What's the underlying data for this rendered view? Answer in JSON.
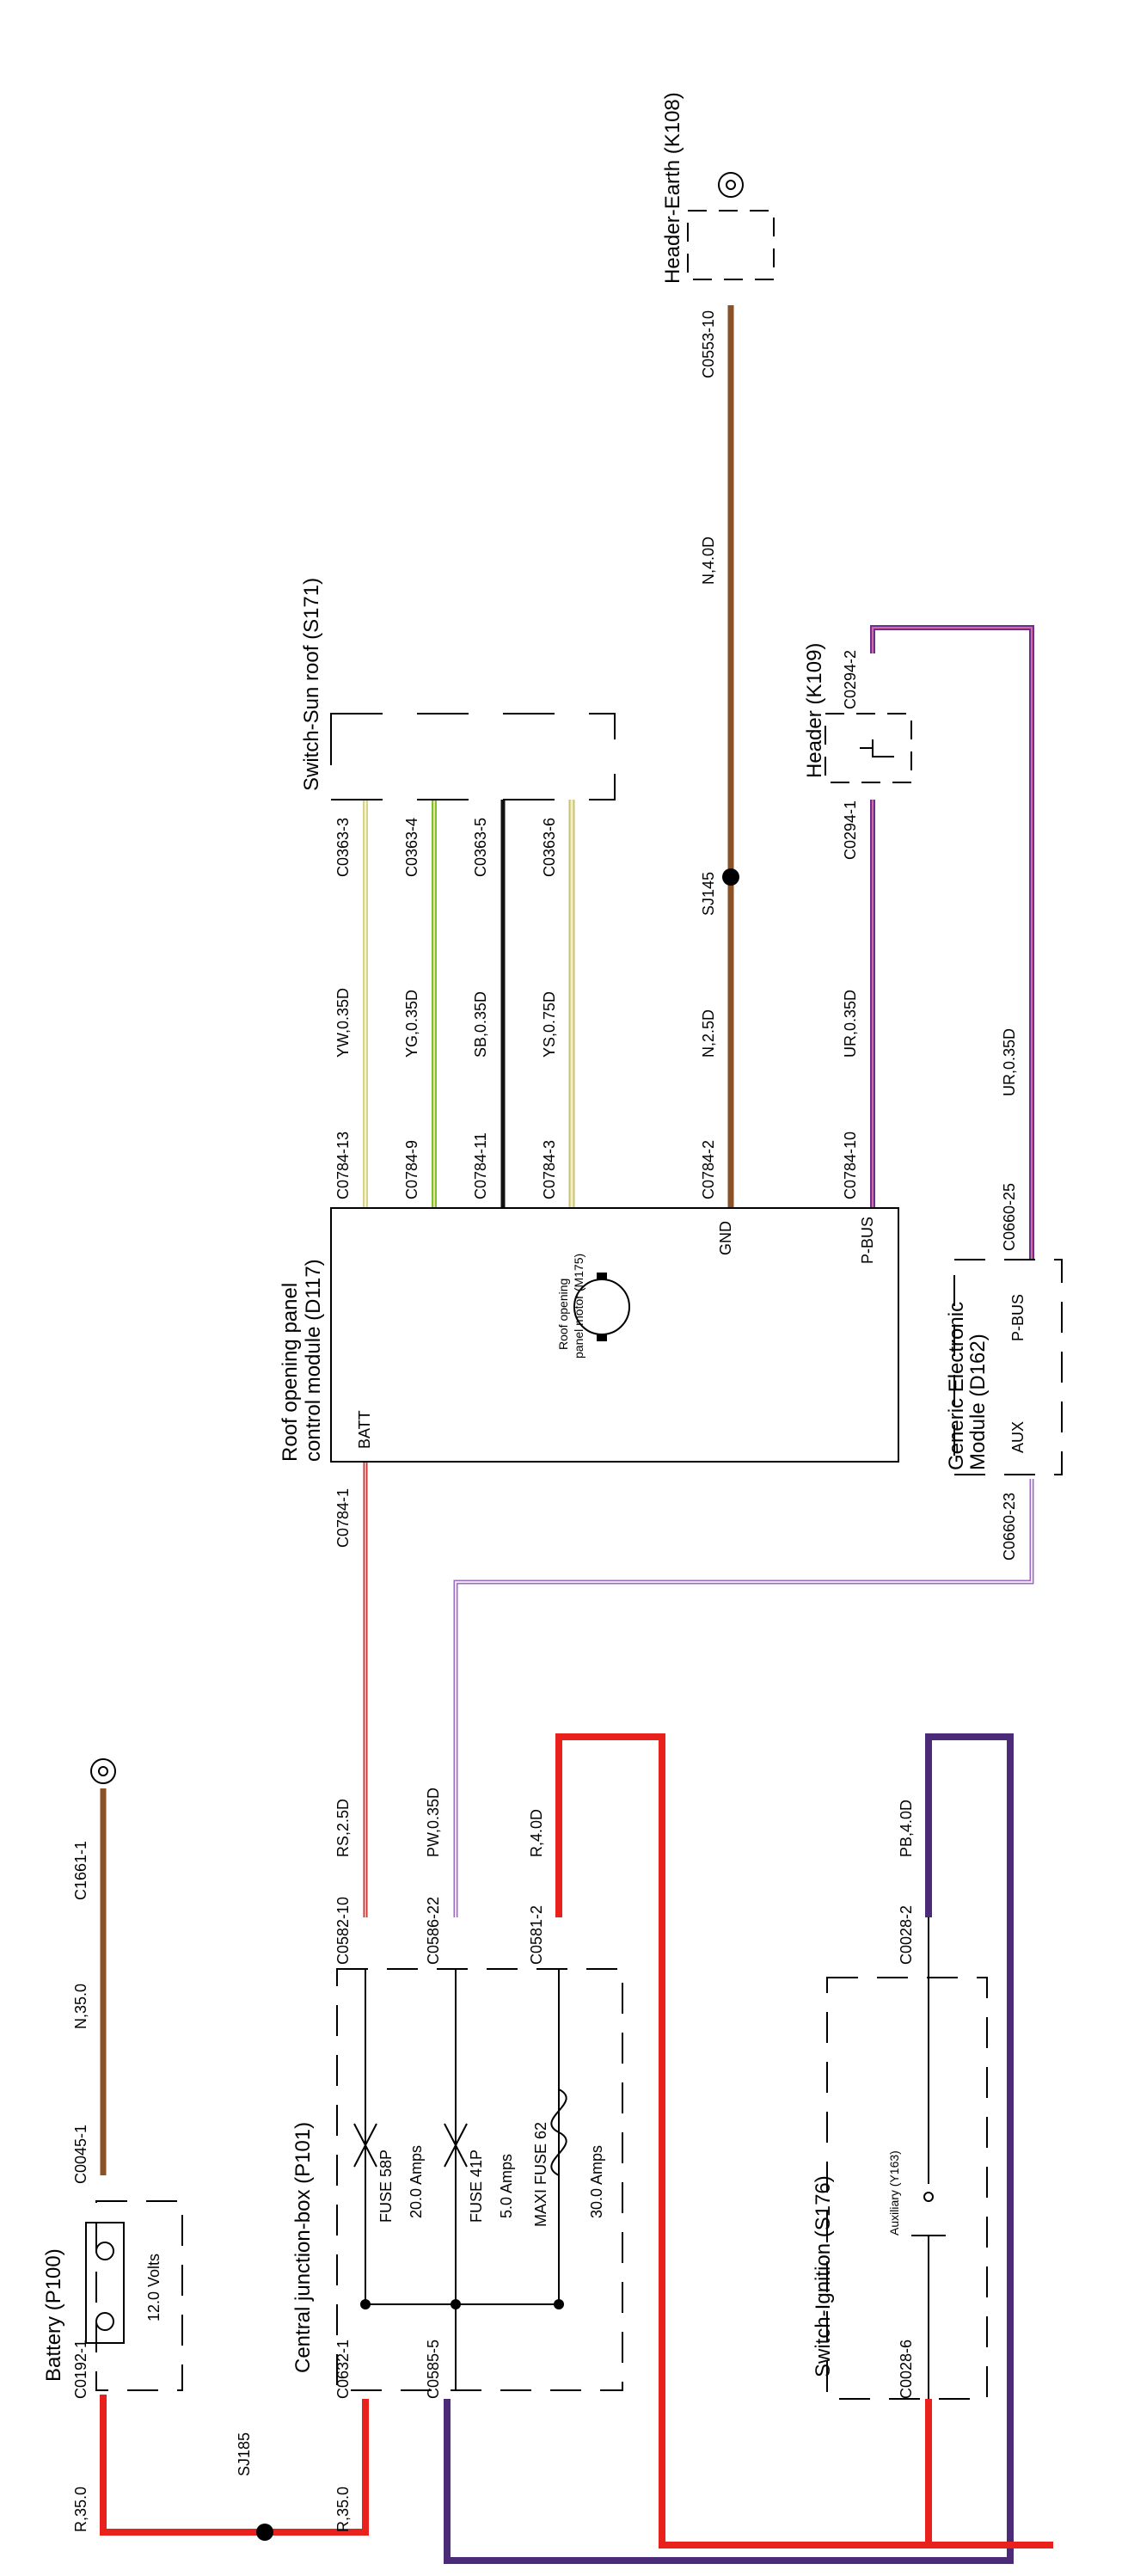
{
  "colors": {
    "red": "#e8211d",
    "brown": "#8a5225",
    "purple": "#4b2a78",
    "violet": "#b78fd6",
    "pink_violet": "#c0397a",
    "yellow": "#e8e3a0",
    "green": "#7ec12b",
    "black": "#111111",
    "line": "#000000"
  },
  "components": {
    "battery": {
      "title": "Battery (P100)",
      "volts": "12.0 Volts",
      "plus": "+",
      "minus": "−"
    },
    "junction_box": {
      "title": "Central junction-box (P101)",
      "fuse_58p": "FUSE 58P",
      "fuse_58p_amps": "20.0 Amps",
      "fuse_41p": "FUSE 41P",
      "fuse_41p_amps": "5.0 Amps",
      "maxi_fuse": "MAXI FUSE 62",
      "maxi_fuse_amps": "30.0 Amps"
    },
    "ignition": {
      "title": "Switch-Ignition (S176)",
      "aux": "Auxiliary (Y163)"
    },
    "module": {
      "title1": "Roof opening panel",
      "title2": "control module (D117)",
      "batt": "BATT",
      "gnd": "GND",
      "pbus": "P-BUS",
      "motor1": "Roof opening",
      "motor2": "panel motor (M175)"
    },
    "gem": {
      "title1": "Generic Electronic",
      "title2": "Module (D162)",
      "aux": "AUX",
      "pbus": "P-BUS"
    },
    "sunroof_switch": {
      "title": "Switch-Sun roof (S171)"
    },
    "header": {
      "title": "Header (K109)"
    },
    "header_earth": {
      "title": "Header-Earth (K108)"
    }
  },
  "connectors": {
    "c0192_1": "C0192-1",
    "c0045_1": "C0045-1",
    "c1661_1": "C1661-1",
    "c0632_1": "C0632-1",
    "c0585_5": "C0585-5",
    "c0582_10": "C0582-10",
    "c0586_22": "C0586-22",
    "c0581_2": "C0581-2",
    "c0028_6": "C0028-6",
    "c0028_2": "C0028-2",
    "c0784_1": "C0784-1",
    "c0784_13": "C0784-13",
    "c0784_9": "C0784-9",
    "c0784_11": "C0784-11",
    "c0784_3": "C0784-3",
    "c0784_2": "C0784-2",
    "c0784_10": "C0784-10",
    "c0363_3": "C0363-3",
    "c0363_4": "C0363-4",
    "c0363_5": "C0363-5",
    "c0363_6": "C0363-6",
    "c0660_23": "C0660-23",
    "c0660_25": "C0660-25",
    "c0294_1": "C0294-1",
    "c0294_2": "C0294-2",
    "c0553_10": "C0553-10"
  },
  "wires": {
    "r35_a": "R,35.0",
    "r35_b": "R,35.0",
    "n35": "N,35.0",
    "rs25": "RS,2.5D",
    "pw035": "PW,0.35D",
    "r40": "R,4.0D",
    "pb40": "PB,4.0D",
    "yw035": "YW,0.35D",
    "yg035": "YG,0.35D",
    "sb035": "SB,0.35D",
    "ys075": "YS,0.75D",
    "n25": "N,2.5D",
    "ur035_a": "UR,0.35D",
    "ur035_b": "UR,0.35D",
    "n40": "N,4.0D"
  },
  "splices": {
    "sj185": "SJ185",
    "sj145": "SJ145"
  }
}
